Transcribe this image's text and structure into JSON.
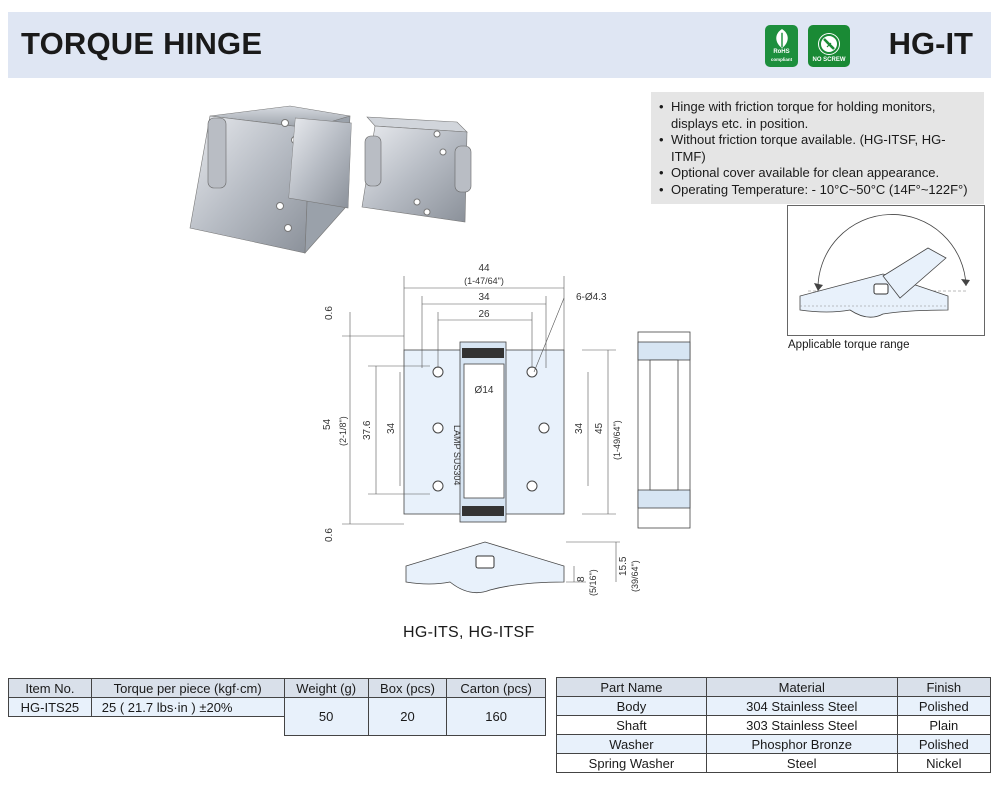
{
  "header": {
    "title": "TORQUE HINGE",
    "code": "HG-IT"
  },
  "badges": {
    "rohs": {
      "label": "RoHS",
      "sub": "compliant",
      "icon": "leaf-icon"
    },
    "no_screw": {
      "label": "NO SCREW",
      "icon": "no-screw-icon"
    }
  },
  "features": [
    "Hinge with friction torque for holding monitors, displays etc. in position.",
    "Without friction torque available. (HG-ITSF, HG-ITMF)",
    "Optional cover available for clean appearance.",
    "Operating Temperature: - 10°C~50°C (14F°~122F°)"
  ],
  "torque_caption": "Applicable torque range",
  "drawing": {
    "caption": "HG-ITS, HG-ITSF",
    "dims": {
      "w44": "44",
      "w44_in": "(1-47/64\")",
      "w34": "34",
      "w26": "26",
      "holes": "6-Ø4.3",
      "d14": "Ø14",
      "h06_top": "0.6",
      "h06_bot": "0.6",
      "h54": "54",
      "h54_in": "(2-1/8\")",
      "h376": "37.6",
      "h34l": "34",
      "h34r": "34",
      "h45": "45",
      "h45_in": "(1-49/64\")",
      "h8": "8",
      "h8_in": "(5/16\")",
      "h155": "15.5",
      "h155_in": "(39/64\")",
      "mark": "LAMP SUS304"
    }
  },
  "spec_table": {
    "headers": [
      "Item No.",
      "Torque per piece (kgf·cm)",
      "Weight (g)",
      "Box (pcs)",
      "Carton (pcs)"
    ],
    "item": "HG-ITS25",
    "torque": "25 ( 21.7 lbs·in ) ±20%",
    "weight": "50",
    "box": "20",
    "carton": "160"
  },
  "parts_table": {
    "headers": [
      "Part Name",
      "Material",
      "Finish"
    ],
    "rows": [
      [
        "Body",
        "304 Stainless Steel",
        "Polished"
      ],
      [
        "Shaft",
        "303 Stainless Steel",
        "Plain"
      ],
      [
        "Washer",
        "Phosphor Bronze",
        "Polished"
      ],
      [
        "Spring Washer",
        "Steel",
        "Nickel"
      ]
    ]
  }
}
